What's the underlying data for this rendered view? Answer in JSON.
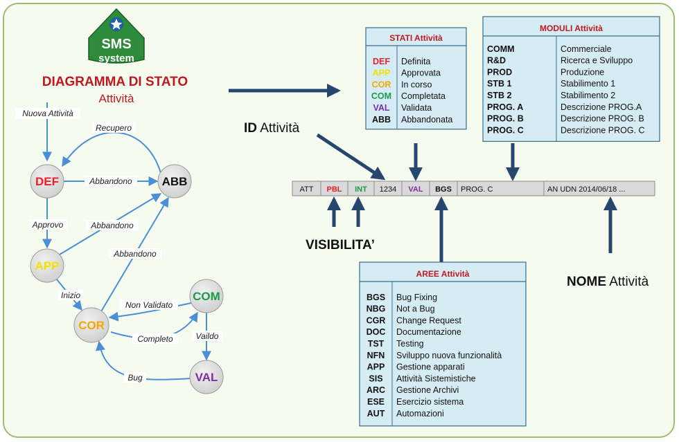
{
  "logo": {
    "top_text": "SMS",
    "bottom_text": "system",
    "color": "#2e8b3a",
    "star_color": "#1f5fa8"
  },
  "title": {
    "main": "DIAGRAMMA DI STATO",
    "sub": "Attività",
    "color": "#c0181f"
  },
  "state_diagram": {
    "nodes": [
      {
        "id": "DEF",
        "label": "DEF",
        "color": "#e8202a"
      },
      {
        "id": "ABB",
        "label": "ABB",
        "color": "#111111"
      },
      {
        "id": "APP",
        "label": "APP",
        "color": "#f5e000"
      },
      {
        "id": "COR",
        "label": "COR",
        "color": "#f5a800"
      },
      {
        "id": "COM",
        "label": "COM",
        "color": "#1a9a4a"
      },
      {
        "id": "VAL",
        "label": "VAL",
        "color": "#7b2fa0"
      }
    ],
    "edges": [
      {
        "from": "start",
        "to": "DEF",
        "label": "Nuova Attività"
      },
      {
        "from": "ABB",
        "to": "DEF",
        "label": "Recupero"
      },
      {
        "from": "DEF",
        "to": "ABB",
        "label": "Abbandono"
      },
      {
        "from": "DEF",
        "to": "APP",
        "label": "Approvo"
      },
      {
        "from": "APP",
        "to": "ABB",
        "label": "Abbandono"
      },
      {
        "from": "COR",
        "to": "ABB",
        "label": "Abbandono"
      },
      {
        "from": "APP",
        "to": "COR",
        "label": "Inizio"
      },
      {
        "from": "COM",
        "to": "COR",
        "label": "Non Validato"
      },
      {
        "from": "COR",
        "to": "COM",
        "label": "Completo"
      },
      {
        "from": "COM",
        "to": "VAL",
        "label": "Vaildo"
      },
      {
        "from": "VAL",
        "to": "COR",
        "label": "Bug"
      }
    ]
  },
  "stati_box": {
    "title": "STATI Attività",
    "rows": [
      {
        "code": "DEF",
        "desc": "Definita",
        "color": "#e8202a"
      },
      {
        "code": "APP",
        "desc": "Approvata",
        "color": "#f5e000"
      },
      {
        "code": "COR",
        "desc": "In corso",
        "color": "#f5a800"
      },
      {
        "code": "COM",
        "desc": "Completata",
        "color": "#1a9a4a"
      },
      {
        "code": "VAL",
        "desc": "Validata",
        "color": "#7b2fa0"
      },
      {
        "code": "ABB",
        "desc": "Abbandonata",
        "color": "#111111"
      }
    ]
  },
  "moduli_box": {
    "title": "MODULI Attività",
    "rows": [
      {
        "code": "COMM",
        "desc": "Commerciale"
      },
      {
        "code": "R&D",
        "desc": "Ricerca e Sviluppo"
      },
      {
        "code": "PROD",
        "desc": "Produzione"
      },
      {
        "code": "STB 1",
        "desc": "Stabilimento 1"
      },
      {
        "code": "STB 2",
        "desc": "Stabilimento 2"
      },
      {
        "code": "PROG. A",
        "desc": "Descrizione PROG.A"
      },
      {
        "code": "PROG. B",
        "desc": "Descrizione PROG. B"
      },
      {
        "code": "PROG. C",
        "desc": "Descrizione PROG. C"
      }
    ]
  },
  "aree_box": {
    "title": "AREE Attività",
    "rows": [
      {
        "code": "BGS",
        "desc": "Bug Fixing"
      },
      {
        "code": "NBG",
        "desc": "Not a Bug"
      },
      {
        "code": "CGR",
        "desc": "Change Request"
      },
      {
        "code": "DOC",
        "desc": "Documentazione"
      },
      {
        "code": "TST",
        "desc": "Testing"
      },
      {
        "code": "NFN",
        "desc": "Sviluppo nuova funzionalità"
      },
      {
        "code": "APP",
        "desc": "Gestione apparati"
      },
      {
        "code": "SIS",
        "desc": "Attività Sistemistiche"
      },
      {
        "code": "ARC",
        "desc": "Gestione Archivi"
      },
      {
        "code": "ESE",
        "desc": "Esercizio sistema"
      },
      {
        "code": "AUT",
        "desc": "Automazioni"
      }
    ]
  },
  "id_bar": {
    "segments": [
      {
        "text": "ATT",
        "color": "#111111",
        "bold": false
      },
      {
        "text": "PBL",
        "color": "#e8202a",
        "bold": true
      },
      {
        "text": "INT",
        "color": "#1a9a4a",
        "bold": true
      },
      {
        "text": "1234",
        "color": "#111111",
        "bold": false
      },
      {
        "text": "VAL",
        "color": "#7b2fa0",
        "bold": true
      },
      {
        "text": "BGS",
        "color": "#111111",
        "bold": true
      },
      {
        "text": "PROG. C",
        "color": "#111111",
        "bold": false
      },
      {
        "text": "AN UDN 2014/06/18 ...",
        "color": "#111111",
        "bold": false
      }
    ]
  },
  "labels": {
    "id_bold": "ID",
    "id_rest": " Attività",
    "visibilita": "VISIBILITA’",
    "nome_bold": "NOME",
    "nome_rest": " Attività"
  },
  "colors": {
    "box_fill": "#d6ecf4",
    "box_border": "#3a6b8c",
    "box_title": "#c0181f",
    "arrow": "#27466e",
    "edge": "#4a8fd6",
    "node_fill": "#dcdcdc",
    "bar_fill": "#d9d9d9"
  }
}
